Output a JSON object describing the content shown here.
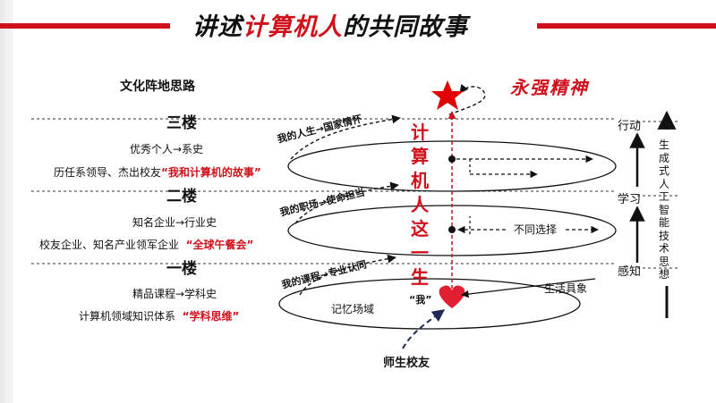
{
  "title": {
    "prefix": "讲述",
    "highlight": "计算机人",
    "suffix": "的共同故事"
  },
  "slogan": "永强精神",
  "section_label": "文化阵地思路",
  "floors": [
    {
      "name": "三楼",
      "line1": "优秀个人→系史",
      "line2_prefix": "历任系领导、杰出校友",
      "line2_highlight": "“我和计算机的故事”"
    },
    {
      "name": "二楼",
      "line1": "知名企业→行业史",
      "line2_prefix": "校友企业、知名产业领军企业",
      "line2_highlight": "“全球午餐会”"
    },
    {
      "name": "一楼",
      "line1": "精品课程→学科史",
      "line2_prefix": "计算机领域知识体系",
      "line2_highlight": "“学科思维”"
    }
  ],
  "spiral_labels": {
    "top": "我的人生→国家情怀",
    "middle": "我的职场→使命担当",
    "bottom": "我的课程→专业认同"
  },
  "vertical_slogan": "计算机人这一生",
  "choice_label": "不同选择",
  "life_label": "生活具象",
  "memory_label": "记忆场域",
  "me_label": "“我”",
  "alumni_label": "师生校友",
  "stages": [
    "行动",
    "学习",
    "感知"
  ],
  "right_vertical": "生成式人工智能技术思想",
  "colors": {
    "accent": "#d0101a",
    "ink": "#111111",
    "line": "#333333"
  }
}
